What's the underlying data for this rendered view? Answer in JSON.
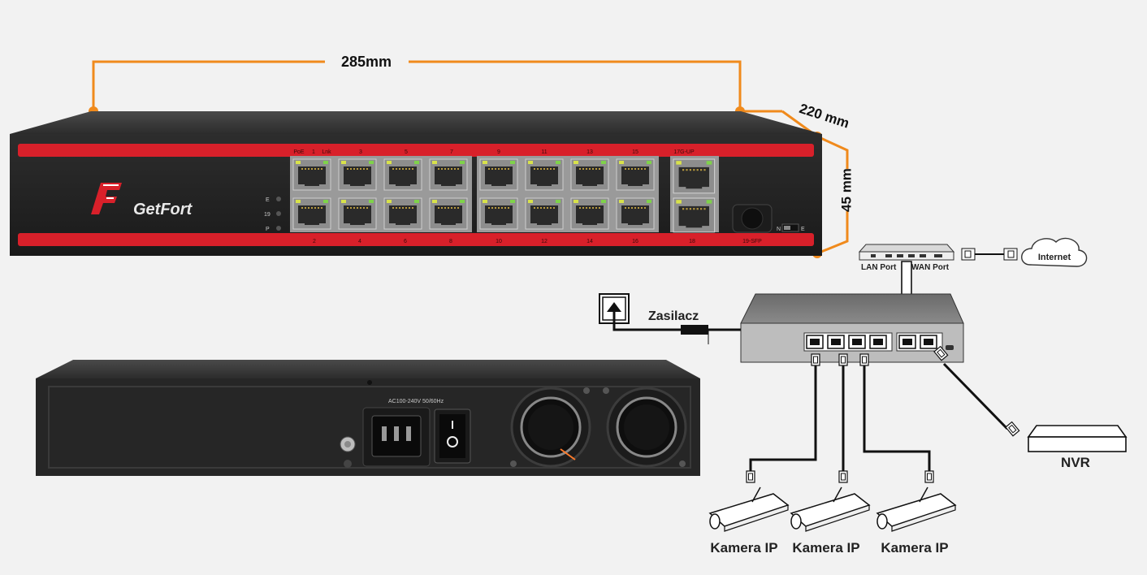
{
  "dimensions": {
    "width": "285mm",
    "depth": "220 mm",
    "height": "45 mm"
  },
  "brand": {
    "name": "GetFort"
  },
  "front_panel": {
    "indicators": [
      "E",
      "19",
      "P"
    ],
    "top_labels": [
      "PoE",
      "1",
      "Lnk",
      "3",
      "5",
      "7",
      "9",
      "11",
      "13",
      "15",
      "17G-UP"
    ],
    "bottom_labels": [
      "2",
      "4",
      "6",
      "8",
      "10",
      "12",
      "14",
      "16",
      "18",
      "19-SFP"
    ],
    "switch_labels": [
      "N",
      "E"
    ]
  },
  "back_panel": {
    "psu_text": "AC100-240V 50/60Hz"
  },
  "diagram": {
    "router_ports": {
      "lan": "LAN Port",
      "wan": "WAN Port"
    },
    "internet": "Internet",
    "power": "Zasilacz",
    "nvr": "NVR",
    "cameras": [
      "Kamera IP",
      "Kamera IP",
      "Kamera IP"
    ]
  },
  "colors": {
    "accent_orange": "#f08a1c",
    "panel_red": "#d8202a",
    "chassis": "#2a2a2a"
  }
}
